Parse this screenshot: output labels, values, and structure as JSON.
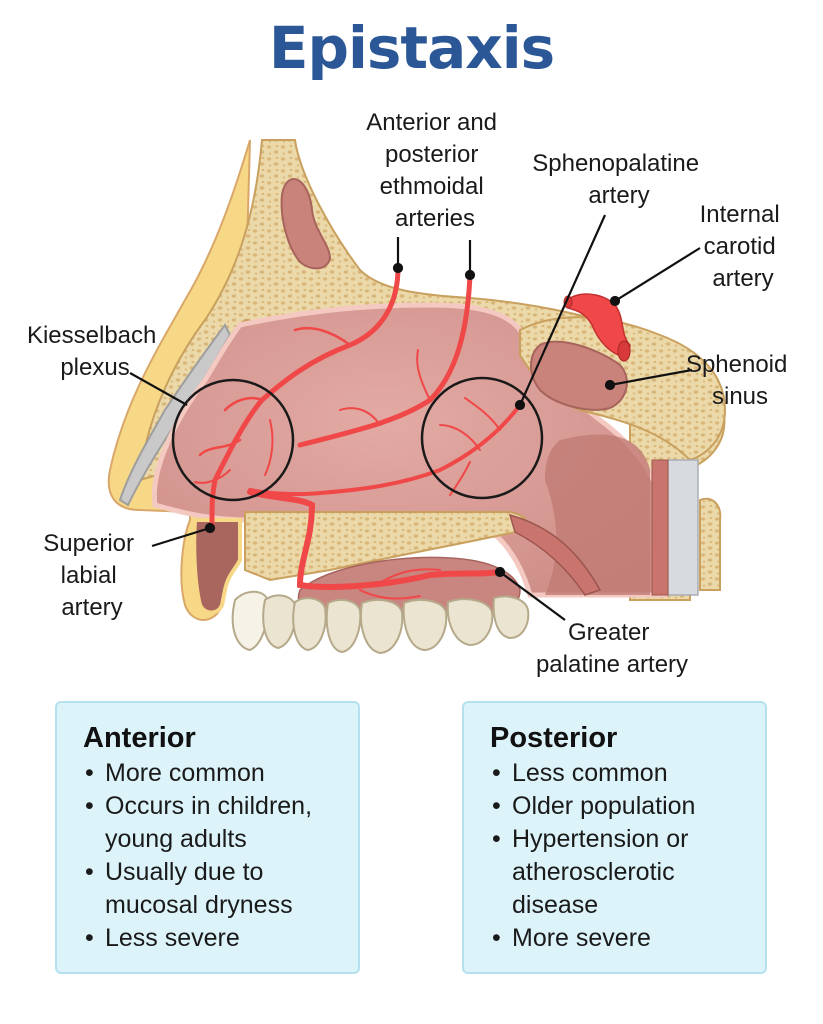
{
  "title": "Epistaxis",
  "colors": {
    "title": "#2b5797",
    "artery": "#f04848",
    "mucosa": "#d99a94",
    "bone": "#ecd9a9",
    "bone_spots": "#d9b77a",
    "skin": "#f6d886",
    "cartilage": "#c9c9c9",
    "teeth": "#ebe4d1",
    "box_bg": "#dcf3fa",
    "box_border": "#b5e1ef"
  },
  "labels": {
    "ethmoidal": [
      "Anterior and",
      "posterior",
      "ethmoidal",
      "arteries"
    ],
    "sphenopalatine": [
      "Sphenopalatine",
      "artery"
    ],
    "internal_carotid": [
      "Internal",
      "carotid",
      "artery"
    ],
    "kiesselbach": [
      "Kiesselbach",
      "plexus"
    ],
    "sphenoid_sinus": [
      "Sphenoid",
      "sinus"
    ],
    "superior_labial": [
      "Superior",
      "labial",
      "artery"
    ],
    "greater_palatine": [
      "Greater",
      "palatine artery"
    ]
  },
  "boxes": {
    "anterior": {
      "heading": "Anterior",
      "bullet": "•",
      "items": [
        [
          "More common"
        ],
        [
          "Occurs in children,",
          "young adults"
        ],
        [
          "Usually due to",
          "mucosal dryness"
        ],
        [
          "Less severe"
        ]
      ]
    },
    "posterior": {
      "heading": "Posterior",
      "bullet": "•",
      "items": [
        [
          "Less common"
        ],
        [
          "Older population"
        ],
        [
          "Hypertension or",
          "atherosclerotic",
          "disease"
        ],
        [
          "More severe"
        ]
      ]
    }
  }
}
